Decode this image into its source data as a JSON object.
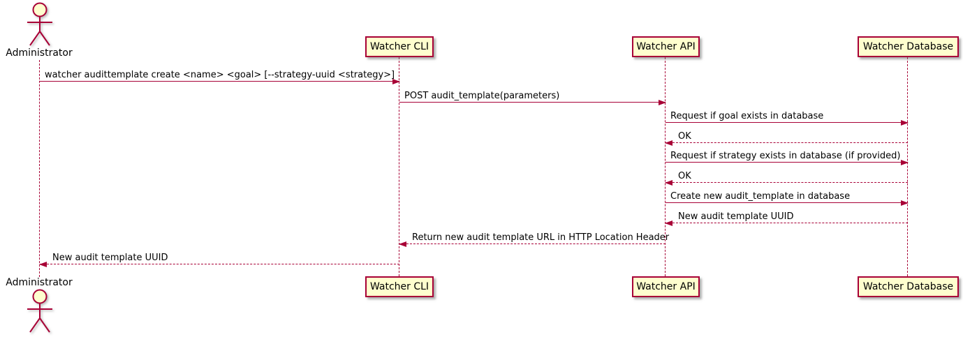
{
  "diagram_type": "uml-sequence",
  "colors": {
    "line": "#a80036",
    "participant_fill": "#fefece",
    "text": "#000000",
    "background": "#ffffff"
  },
  "actor": {
    "label": "Administrator"
  },
  "participants": [
    {
      "label": "Watcher CLI"
    },
    {
      "label": "Watcher API"
    },
    {
      "label": "Watcher Database"
    }
  ],
  "messages": [
    {
      "text": "watcher audittemplate create <name> <goal> [--strategy-uuid <strategy>]",
      "from": "Administrator",
      "to": "Watcher CLI",
      "line": "solid",
      "direction": "right"
    },
    {
      "text": "POST audit_template(parameters)",
      "from": "Watcher CLI",
      "to": "Watcher API",
      "line": "solid",
      "direction": "right"
    },
    {
      "text": "Request if goal exists in database",
      "from": "Watcher API",
      "to": "Watcher Database",
      "line": "solid",
      "direction": "right"
    },
    {
      "text": "OK",
      "from": "Watcher Database",
      "to": "Watcher API",
      "line": "dashed",
      "direction": "left"
    },
    {
      "text": "Request if strategy exists in database (if provided)",
      "from": "Watcher API",
      "to": "Watcher Database",
      "line": "solid",
      "direction": "right"
    },
    {
      "text": "OK",
      "from": "Watcher Database",
      "to": "Watcher API",
      "line": "dashed",
      "direction": "left"
    },
    {
      "text": "Create new audit_template in database",
      "from": "Watcher API",
      "to": "Watcher Database",
      "line": "solid",
      "direction": "right"
    },
    {
      "text": "New audit template UUID",
      "from": "Watcher Database",
      "to": "Watcher API",
      "line": "dashed",
      "direction": "left"
    },
    {
      "text": "Return new audit template URL in HTTP Location Header",
      "from": "Watcher API",
      "to": "Watcher CLI",
      "line": "dashed",
      "direction": "left"
    },
    {
      "text": "New audit template UUID",
      "from": "Watcher CLI",
      "to": "Administrator",
      "line": "dashed",
      "direction": "left"
    }
  ]
}
